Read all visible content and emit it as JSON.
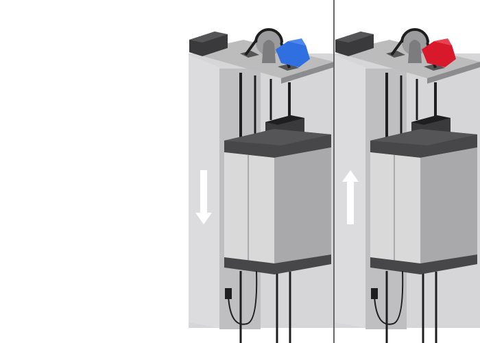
{
  "figure": {
    "panels": [
      {
        "name": "elevator-descending",
        "motor_color": "#2f6fe0",
        "direction": "down"
      },
      {
        "name": "elevator-ascending",
        "motor_color": "#d8192b",
        "direction": "up"
      }
    ],
    "colors": {
      "shaft_wall": "#d6d6d8",
      "shaft_inner": "#bfbfc1",
      "machine_deck": "#bcbcbc",
      "car_front": "#d9d9da",
      "car_side": "#a9a9ab",
      "car_roof": "#474749",
      "cable": "#1e1e1e",
      "divider": "#666666"
    }
  }
}
